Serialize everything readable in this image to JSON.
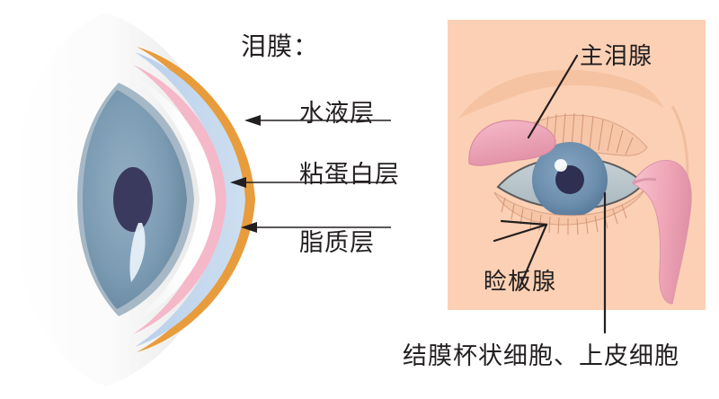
{
  "diagram": {
    "title": "泪膜：",
    "tear_film_layers": [
      {
        "id": "aqueous",
        "label": "水液层",
        "color": "#c5d8ef"
      },
      {
        "id": "mucin",
        "label": "粘蛋白层",
        "color": "#f4b8c8"
      },
      {
        "id": "lipid",
        "label": "脂质层",
        "color": "#e89c3c"
      }
    ],
    "cross_section": {
      "sclera_color": "#f2f2f2",
      "cornea_color": "#ffffff",
      "iris_color": "#7c9cb4",
      "iris_rim_color": "#9fb4c4",
      "pupil_color": "#3a3a5e",
      "highlight_color": "#dbe9f5"
    },
    "anatomy_panel": {
      "background": "#fcd0b4",
      "labels": [
        {
          "id": "main-lacrimal-gland",
          "label": "主泪腺"
        },
        {
          "id": "meibomian-gland",
          "label": "睑板腺"
        }
      ],
      "gland_color": "#f0a8b8",
      "gland_shade": "#e08fa4",
      "iris_color": "#6d8fae",
      "pupil_color": "#2f2f52",
      "lid_color": "#f7c6a8",
      "sclera_color": "#b9c6cc"
    },
    "bottom_caption": "结膜杯状细胞、上皮细胞"
  }
}
